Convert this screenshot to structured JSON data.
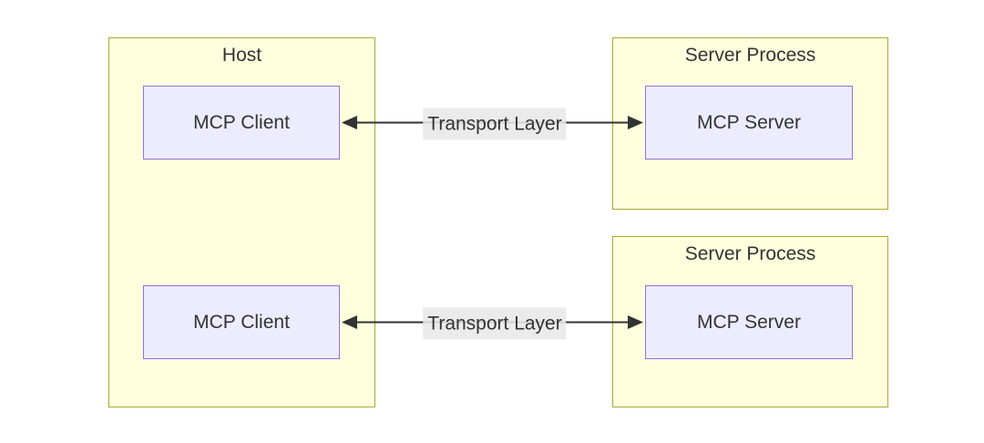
{
  "diagram": {
    "type": "flowchart",
    "clusters": [
      {
        "id": "host",
        "label": "Host"
      },
      {
        "id": "server-process-1",
        "label": "Server Process"
      },
      {
        "id": "server-process-2",
        "label": "Server Process"
      }
    ],
    "nodes": [
      {
        "id": "mcp-client-1",
        "label": "MCP Client",
        "parent": "Host"
      },
      {
        "id": "mcp-client-2",
        "label": "MCP Client",
        "parent": "Host"
      },
      {
        "id": "mcp-server-1",
        "label": "MCP Server",
        "parent": "Server Process"
      },
      {
        "id": "mcp-server-2",
        "label": "MCP Server",
        "parent": "Server Process"
      }
    ],
    "edges": [
      {
        "label": "Transport Layer",
        "from": "MCP Client",
        "to": "MCP Server",
        "style": "bidirectional-arrow"
      },
      {
        "label": "Transport Layer",
        "from": "MCP Client",
        "to": "MCP Server",
        "style": "bidirectional-arrow"
      }
    ],
    "colors": {
      "canvas_bg": "#ffffff",
      "cluster_fill": "#ffffde",
      "cluster_border": "#aaaa33",
      "node_fill": "#ececff",
      "node_border": "#9370db",
      "edge_line": "#333333",
      "edge_label_bg": "#e8e8e8",
      "text": "#333333"
    }
  }
}
